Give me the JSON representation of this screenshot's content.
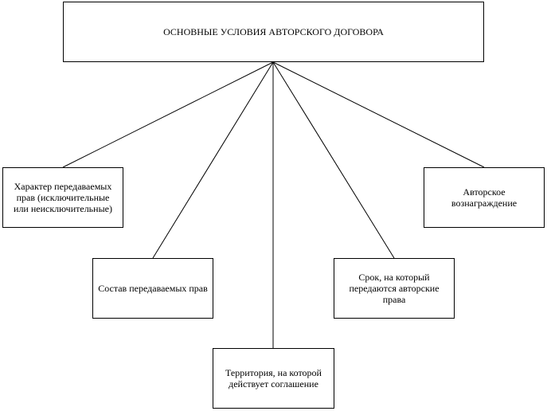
{
  "diagram": {
    "root": "ОСНОВНЫЕ УСЛОВИЯ АВТОРСКОГО ДОГОВОРА",
    "children": [
      {
        "id": "n1",
        "label": "Характер передаваемых прав (исключительные или неисключительные)"
      },
      {
        "id": "n2",
        "label": "Состав передаваемых прав"
      },
      {
        "id": "n3",
        "label": "Территория, на которой действует соглашение"
      },
      {
        "id": "n4",
        "label": "Срок, на который передаются авторские права"
      },
      {
        "id": "n5",
        "label": "Авторское вознаграждение"
      }
    ]
  },
  "colors": {
    "line": "#000000",
    "box_border": "#000000",
    "background": "#ffffff"
  }
}
